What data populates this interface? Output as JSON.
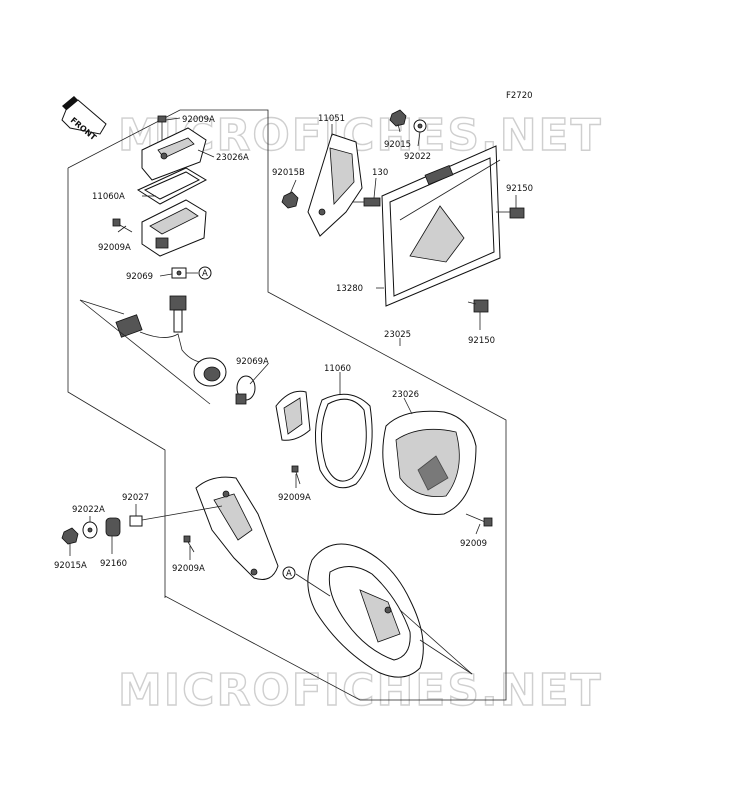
{
  "figure_code": "F2720",
  "front_arrow_label": "FRONT",
  "watermark": "MICROFICHES.NET",
  "ref_marker": "A",
  "labels": {
    "p92009A_top": "92009A",
    "p23026A": "23026A",
    "p11060A": "11060A",
    "p92009A_left": "92009A",
    "p92069": "92069",
    "p11051": "11051",
    "p92015": "92015",
    "p92022": "92022",
    "p92015B": "92015B",
    "p130": "130",
    "p92150_right": "92150",
    "p13280": "13280",
    "p92150_bottom": "92150",
    "p23025": "23025",
    "p92069A": "92069A",
    "p11060": "11060",
    "p23026": "23026",
    "p92009A_mid": "92009A",
    "p92022A": "92022A",
    "p92027": "92027",
    "p92015A": "92015A",
    "p92160": "92160",
    "p92009A_low": "92009A",
    "p92009": "92009"
  }
}
